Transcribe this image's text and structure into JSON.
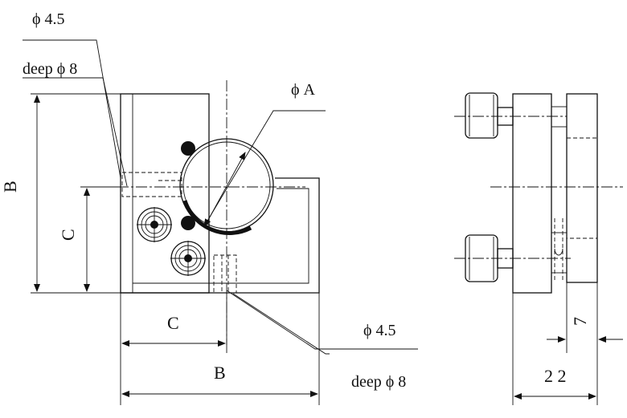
{
  "labels": {
    "top_hole_dia": "ϕ 4.5",
    "top_hole_depth": "deep ϕ 8",
    "bore_dia": "ϕ A",
    "bottom_hole_dia": "ϕ 4.5",
    "bottom_hole_depth": "deep ϕ 8",
    "height_B": "B",
    "height_C": "C",
    "width_C": "C",
    "width_B": "B",
    "side_7": "7",
    "side_22": "2 2"
  }
}
